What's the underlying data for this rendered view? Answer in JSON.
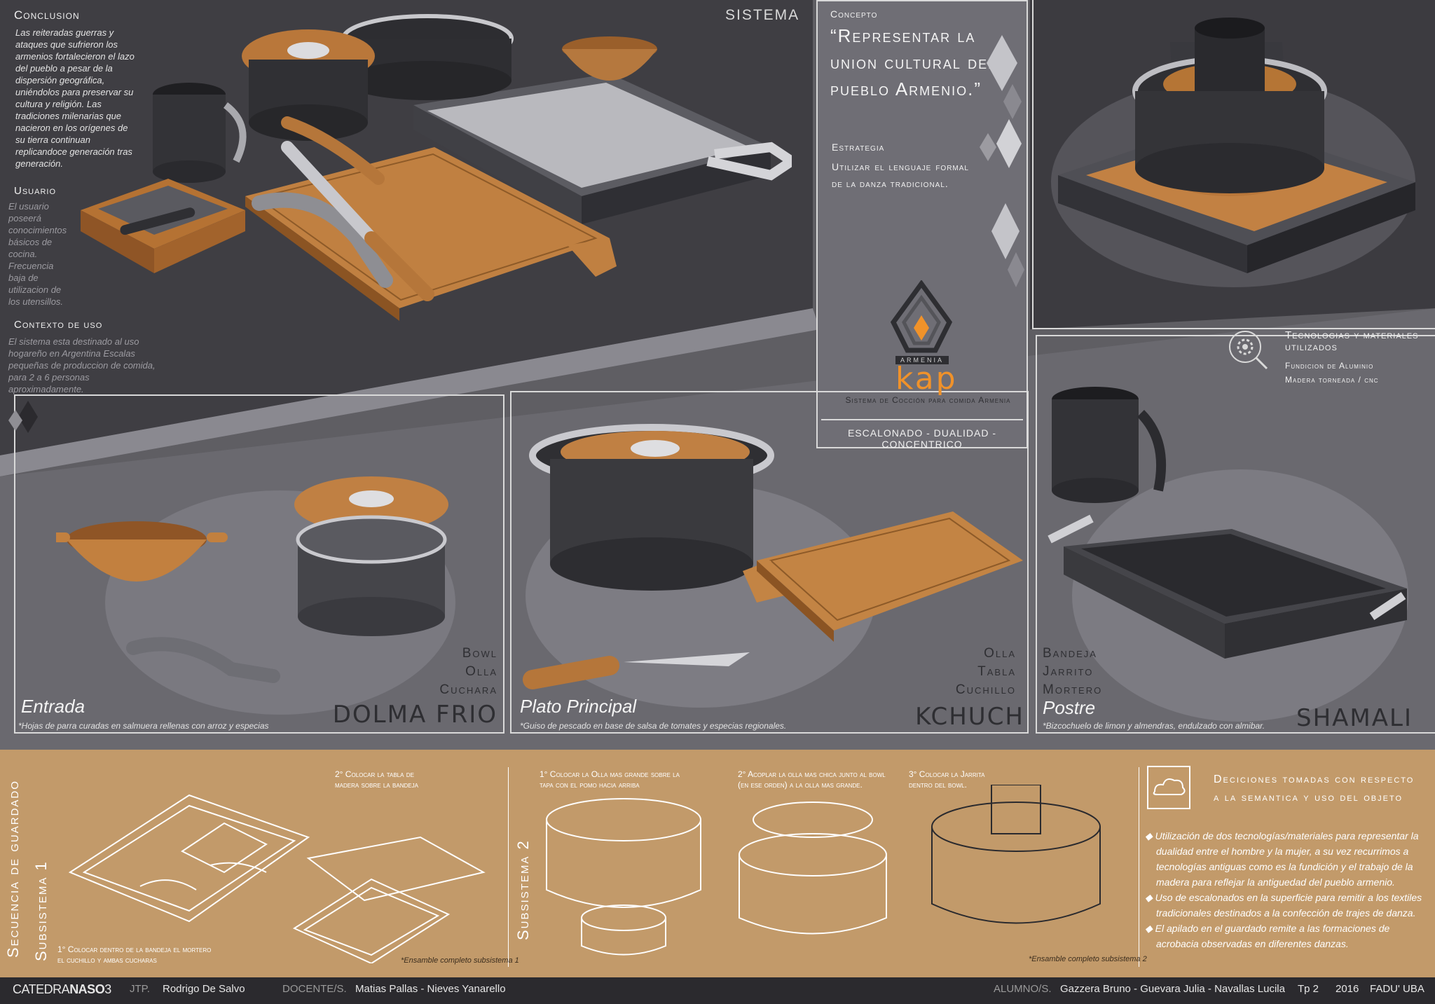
{
  "conclusion": {
    "title": "Conclusion",
    "text": "Las reiteradas guerras y ataques que sufrieron los armenios fortalecieron el lazo del pueblo a pesar de la dispersión geográfica, uniéndolos para preservar su cultura y religión. Las tradiciones milenarias que nacieron en los orígenes de su tierra continuan replicandoce generación tras generación."
  },
  "usuario": {
    "title": "Usuario",
    "text": "El usuario poseerá conocimientos básicos de cocina. Frecuencia baja de utilizacion de los utensillos."
  },
  "contexto": {
    "title": "Contexto de uso",
    "text": "El sistema esta destinado al uso hogareño en Argentina Escalas pequeñas de produccion de comida, para 2 a 6 personas aproximadamente."
  },
  "sistema_label": "SISTEMA",
  "concepto": {
    "label": "Concepto",
    "quote": "“Representar la union cultural del pueblo Armenio.”",
    "estrategia_label": "Estrategia",
    "estrategia_text": "Utilizar el lenguaje formal de la danza tradicional.",
    "logo_small": "ARMENIA",
    "logo_word": "kap",
    "logo_subtitle": "Sistema de Cocción para comida Armenia",
    "keywords": "ESCALONADO - DUALIDAD - CONCENTRICO"
  },
  "tecnologias": {
    "title": "Tecnologias y materiales utilizados",
    "items": [
      "Fundicion de Aluminio",
      "Madera torneada / cnc"
    ]
  },
  "dishes": [
    {
      "course": "Entrada",
      "name": "DOLMA FRIO",
      "items": [
        "Bowl",
        "Olla",
        "Cuchara"
      ],
      "note": "*Hojas de parra curadas en salmuera rellenas con arroz y especias"
    },
    {
      "course": "Plato Principal",
      "name": "KCHUCH",
      "items": [
        "Olla",
        "Tabla",
        "Cuchillo"
      ],
      "note": "*Guiso de pescado en base de salsa de tomates y especias regionales."
    },
    {
      "course": "Postre",
      "name": "SHAMALI",
      "items": [
        "Bandeja",
        "Jarrito",
        "Mortero"
      ],
      "note": "*Bizcochuelo de limon y almendras, endulzado con almibar."
    }
  ],
  "secuencia": {
    "title": "Secuencia de guardado",
    "sub1": "Subsistema 1",
    "sub2": "Subsistema 2",
    "step1a": "1° Colocar dentro de la bandeja el mortero el cuchillo y ambas cucharas",
    "step1b": "2° Colocar la tabla de madera sobre la bandeja",
    "note1": "*Ensamble completo subsistema 1",
    "step2a": "1° Colocar la Olla mas grande sobre la tapa con el pomo hacia arriba",
    "step2b": "2° Acoplar la olla mas chica junto al bowl (en ese orden) a la olla mas grande.",
    "step2c": "3° Colocar la Jarrita dentro del bowl.",
    "note2": "*Ensamble completo subsistema 2"
  },
  "decisiones": {
    "title": "Deciciones tomadas con respecto a la semantica y uso del objeto",
    "items": [
      "Utilización de dos tecnologías/materiales para representar la dualidad entre el hombre y la mujer, a su vez recurrimos a tecnologías antiguas como es la fundición y el trabajo de la madera para reflejar la antiguedad del pueblo armenio.",
      "Uso de escalonados en la superficie para remitir a los textiles tradicionales destinados a la confección de trajes de danza.",
      "El apilado en el guardado remite a las formaciones de acrobacia observadas en diferentes danzas."
    ]
  },
  "footer": {
    "brand_a": "CATEDRA",
    "brand_b": "NASO",
    "brand_c": "3",
    "jtp_label": "JTP.",
    "jtp": "Rodrigo De Salvo",
    "docentes_label": "DOCENTE/S.",
    "docentes": "Matias Pallas - Nieves Yanarello",
    "alumnos_label": "ALUMNO/S.",
    "alumnos": "Gazzera Bruno - Guevara Julia - Navallas Lucila",
    "tp": "Tp 2",
    "year": "2016",
    "fadu": "FADU' UBA"
  },
  "colors": {
    "wood": "#b9773a",
    "dark_metal": "#3b3b3f",
    "tan_band": "#c29a6a",
    "accent_orange": "#f0922a"
  }
}
